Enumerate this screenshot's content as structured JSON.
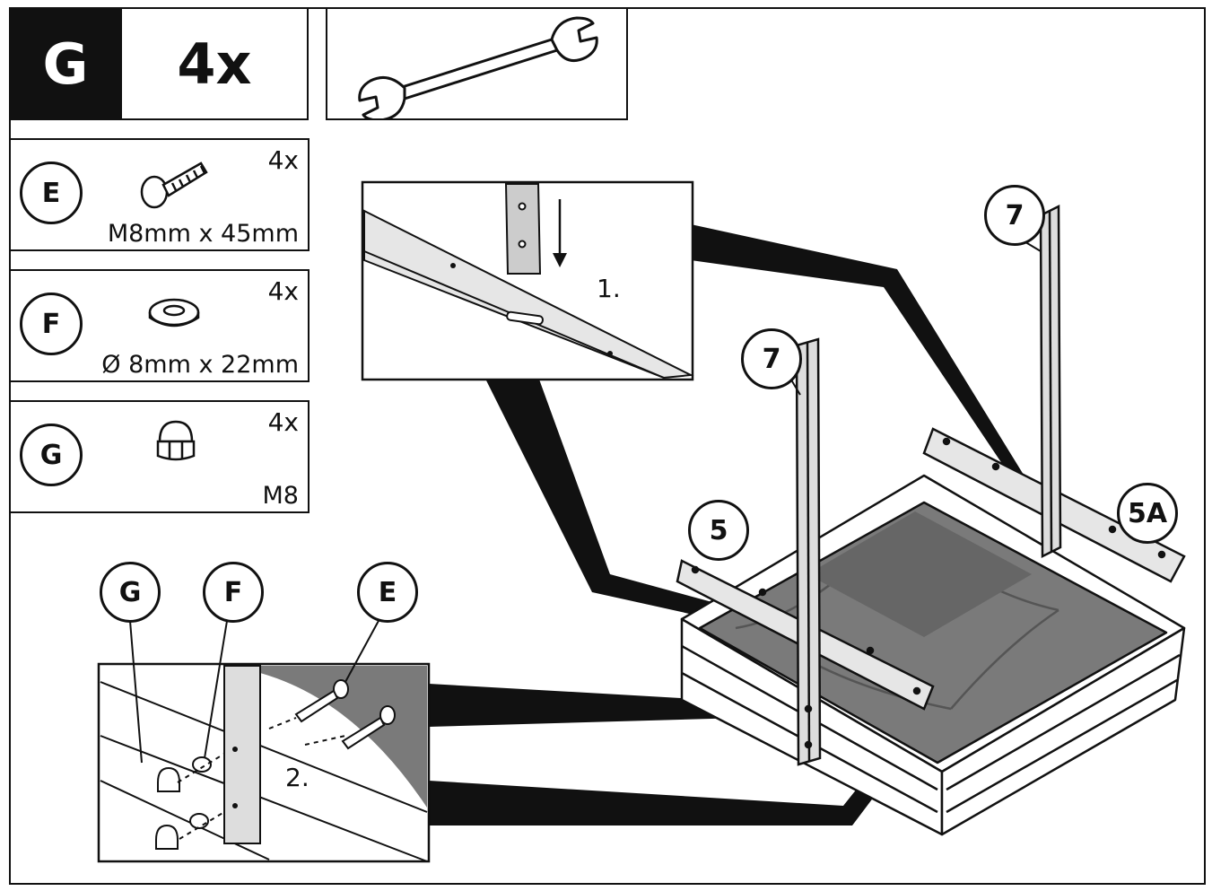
{
  "header": {
    "step_letter": "G",
    "step_count": "4x"
  },
  "tool": {
    "icon": "wrench-icon"
  },
  "parts": [
    {
      "letter": "E",
      "qty": "4x",
      "size": "M8mm x 45mm",
      "icon": "carriage-bolt-icon"
    },
    {
      "letter": "F",
      "qty": "4x",
      "size": "Ø 8mm x 22mm",
      "icon": "washer-icon"
    },
    {
      "letter": "G",
      "qty": "4x",
      "size": "M8",
      "icon": "cap-nut-icon"
    }
  ],
  "detail1": {
    "label": "1."
  },
  "detail2": {
    "label": "2.",
    "callouts": [
      "G",
      "F",
      "E"
    ]
  },
  "assembly": {
    "callouts": [
      "7",
      "7",
      "5",
      "5A"
    ]
  },
  "colors": {
    "ink": "#111111",
    "fabric": "#7a7a7a",
    "board": "#e6e6e6"
  }
}
